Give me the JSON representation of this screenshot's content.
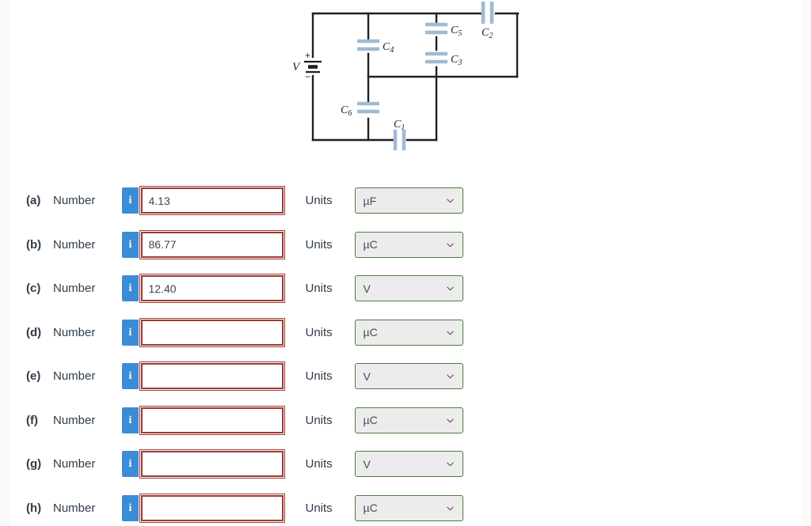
{
  "figure": {
    "name": "capacitor-circuit-diagram",
    "source_label": "V",
    "battery_plus": "+",
    "battery_minus": "−",
    "capacitor_labels": [
      "C1",
      "C2",
      "C3",
      "C4",
      "C5",
      "C6"
    ],
    "capacitor_label_display": {
      "C1": "C",
      "C2": "C",
      "C3": "C",
      "C4": "C",
      "C5": "C",
      "C6": "C"
    },
    "capacitor_subscripts": {
      "C1": "1",
      "C2": "2",
      "C3": "3",
      "C4": "4",
      "C5": "5",
      "C6": "6"
    },
    "colors": {
      "wire": "#231f20",
      "plate": "#9fbad4",
      "label": "#231f20"
    }
  },
  "form": {
    "number_label": "Number",
    "units_label": "Units",
    "info_icon_text": "i",
    "input_placeholder": "",
    "unit_options": [
      "µF",
      "µC",
      "V"
    ],
    "colors": {
      "info_button": "#3b8cd6",
      "input_border": "#9d3b33",
      "select_border": "#4a7c3f",
      "select_fill": "#ececec",
      "text": "#2e3c49"
    },
    "rows": [
      {
        "letter": "(a)",
        "value": "4.13",
        "unit": "µF"
      },
      {
        "letter": "(b)",
        "value": "86.77",
        "unit": "µC"
      },
      {
        "letter": "(c)",
        "value": "12.40",
        "unit": "V"
      },
      {
        "letter": "(d)",
        "value": "",
        "unit": "µC"
      },
      {
        "letter": "(e)",
        "value": "",
        "unit": "V"
      },
      {
        "letter": "(f)",
        "value": "",
        "unit": "µC"
      },
      {
        "letter": "(g)",
        "value": "",
        "unit": "V"
      },
      {
        "letter": "(h)",
        "value": "",
        "unit": "µC"
      }
    ]
  }
}
